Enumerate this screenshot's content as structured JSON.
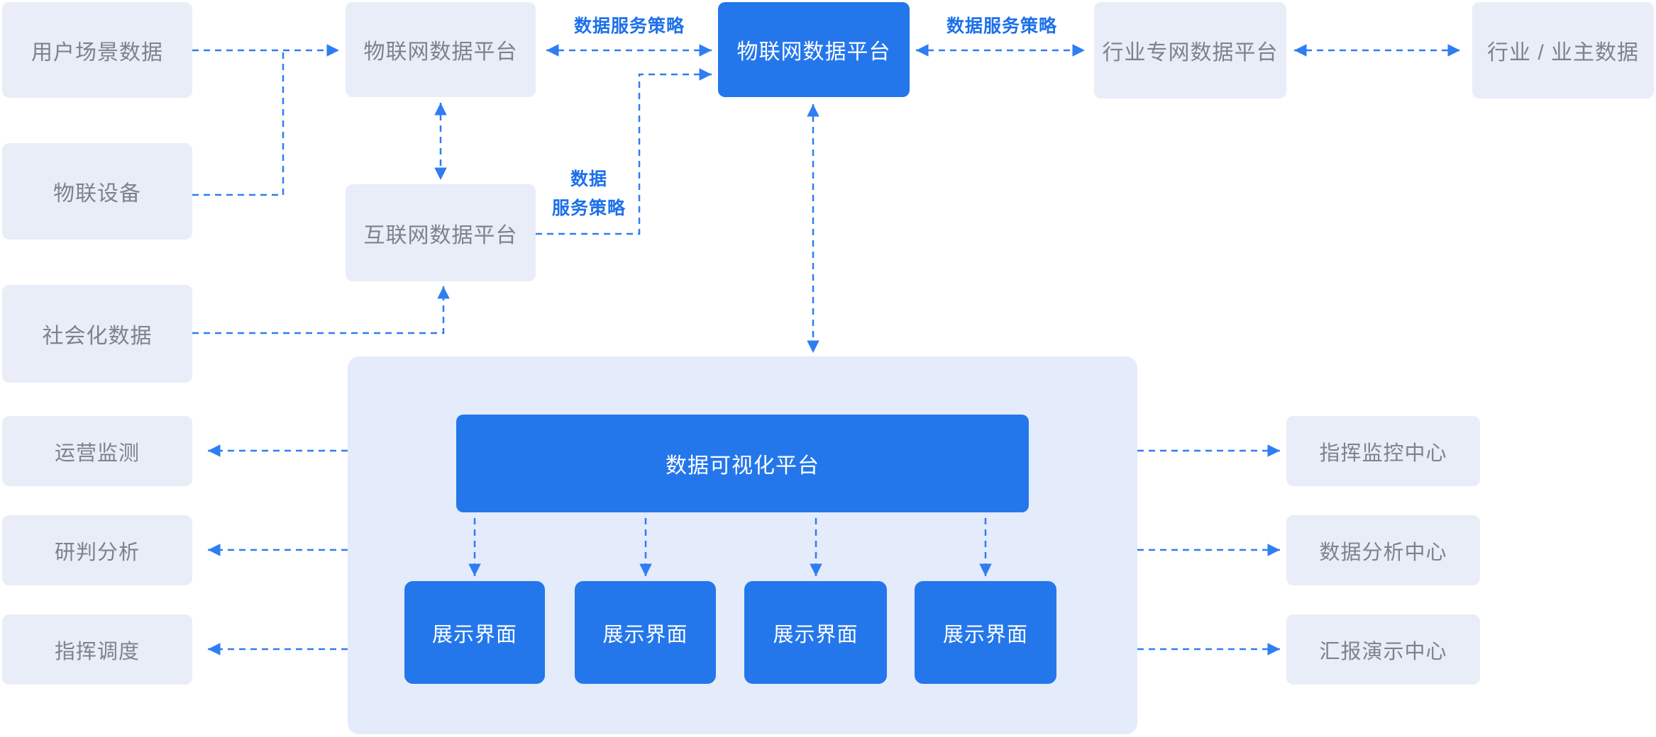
{
  "diagram": {
    "title": "IoT data platform architecture diagram",
    "nodes": {
      "user_scene": {
        "label": "用户场景数据"
      },
      "iot_device": {
        "label": "物联设备"
      },
      "social_data": {
        "label": "社会化数据"
      },
      "ops_monitor": {
        "label": "运营监测"
      },
      "judge_analysis": {
        "label": "研判分析"
      },
      "command_dispatch": {
        "label": "指挥调度"
      },
      "iot_platform_secondary": {
        "label": "物联网数据平台"
      },
      "internet_platform": {
        "label": "互联网数据平台"
      },
      "iot_platform_main": {
        "label": "物联网数据平台"
      },
      "industry_private_platform": {
        "label": "行业专网数据平台"
      },
      "industry_owner_data": {
        "label": "行业 / 业主数据"
      },
      "dataviz_platform": {
        "label": "数据可视化平台"
      },
      "display_ui_1": {
        "label": "展示界面"
      },
      "display_ui_2": {
        "label": "展示界面"
      },
      "display_ui_3": {
        "label": "展示界面"
      },
      "display_ui_4": {
        "label": "展示界面"
      },
      "command_monitor_center": {
        "label": "指挥监控中心"
      },
      "data_analysis_center": {
        "label": "数据分析中心"
      },
      "report_demo_center": {
        "label": "汇报演示中心"
      }
    },
    "edge_labels": {
      "service_policy_left": "数据服务策略",
      "service_policy_right": "数据服务策略",
      "service_policy_mid_line1": "数据",
      "service_policy_mid_line2": "服务策略"
    },
    "colors": {
      "node_blue": "#2477EB",
      "node_light": "#E9EDF8",
      "container_light": "#E4EBFA",
      "arrow_blue": "#2F7DF2",
      "edge_label_blue": "#1D70EA",
      "text_gray": "#7D828D",
      "text_on_blue": "#FFFFFF"
    }
  }
}
